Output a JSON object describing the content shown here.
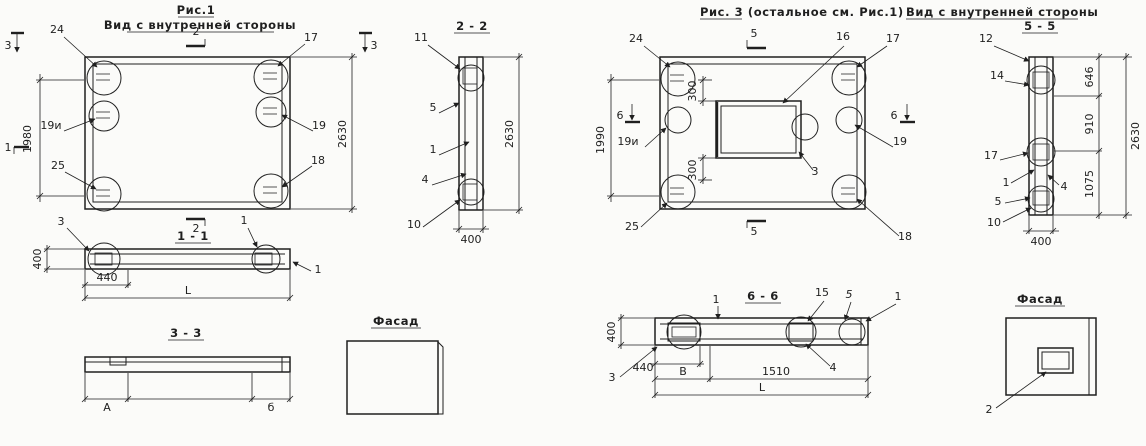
{
  "page": {
    "bg": "#fbfbf9",
    "ink": "#1f1f1f"
  },
  "fig1": {
    "title": "Рис.1",
    "subtitle": "Вид с внутренней стороны",
    "view_left": "3",
    "view_right": "3",
    "cut_top": "2",
    "cut_bottom": "2",
    "cut_left": "1",
    "callout_24": "24",
    "callout_17": "17",
    "callout_19i": "19и",
    "callout_19": "19",
    "callout_25": "25",
    "callout_18": "18",
    "dim_left": "1980",
    "dim_right": "2630"
  },
  "sec11": {
    "title": "1 - 1",
    "callout_3": "3",
    "callout_1top": "1",
    "callout_1right": "1",
    "dim_400": "400",
    "dim_440": "440",
    "dim_L": "L"
  },
  "sec22": {
    "title": "2 - 2",
    "callout_11": "11",
    "callout_5": "5",
    "callout_1": "1",
    "callout_4": "4",
    "callout_10": "10",
    "dim_2630": "2630",
    "dim_400": "400"
  },
  "sec33": {
    "title": "3 - 3",
    "dim_A": "А",
    "dim_B": "б"
  },
  "facade1": {
    "title": "Фасад"
  },
  "fig3": {
    "title": "Рис. 3 (остальное  см. Рис.1)",
    "subtitle": "Вид с внутренней  стороны",
    "cut5_top": "5",
    "cut5_bottom": "5",
    "cut6_left": "6",
    "cut6_right": "6",
    "callout_24": "24",
    "callout_16": "16",
    "callout_17": "17",
    "callout_19i": "19и",
    "callout_19": "19",
    "callout_3": "3",
    "callout_25": "25",
    "callout_18": "18",
    "dim_left": "1990",
    "dim_300_top": "300",
    "dim_300_bottom": "300"
  },
  "sec55": {
    "title": "5 - 5",
    "callout_12": "12",
    "callout_14": "14",
    "callout_17": "17",
    "callout_1": "1",
    "callout_4": "4",
    "callout_5": "5",
    "callout_10": "10",
    "dim_646": "646",
    "dim_910": "910",
    "dim_1075": "1075",
    "dim_2630": "2630",
    "dim_400": "400"
  },
  "sec66": {
    "title": "6 - 6",
    "callout_1left": "1",
    "callout_15": "15",
    "callout_5": "5",
    "callout_1right": "1",
    "callout_3": "3",
    "callout_4": "4",
    "dim_400": "400",
    "dim_440": "440",
    "dim_B": "В",
    "dim_1510": "1510",
    "dim_L": "L"
  },
  "facade2": {
    "title": "Фасад",
    "callout_2": "2"
  }
}
